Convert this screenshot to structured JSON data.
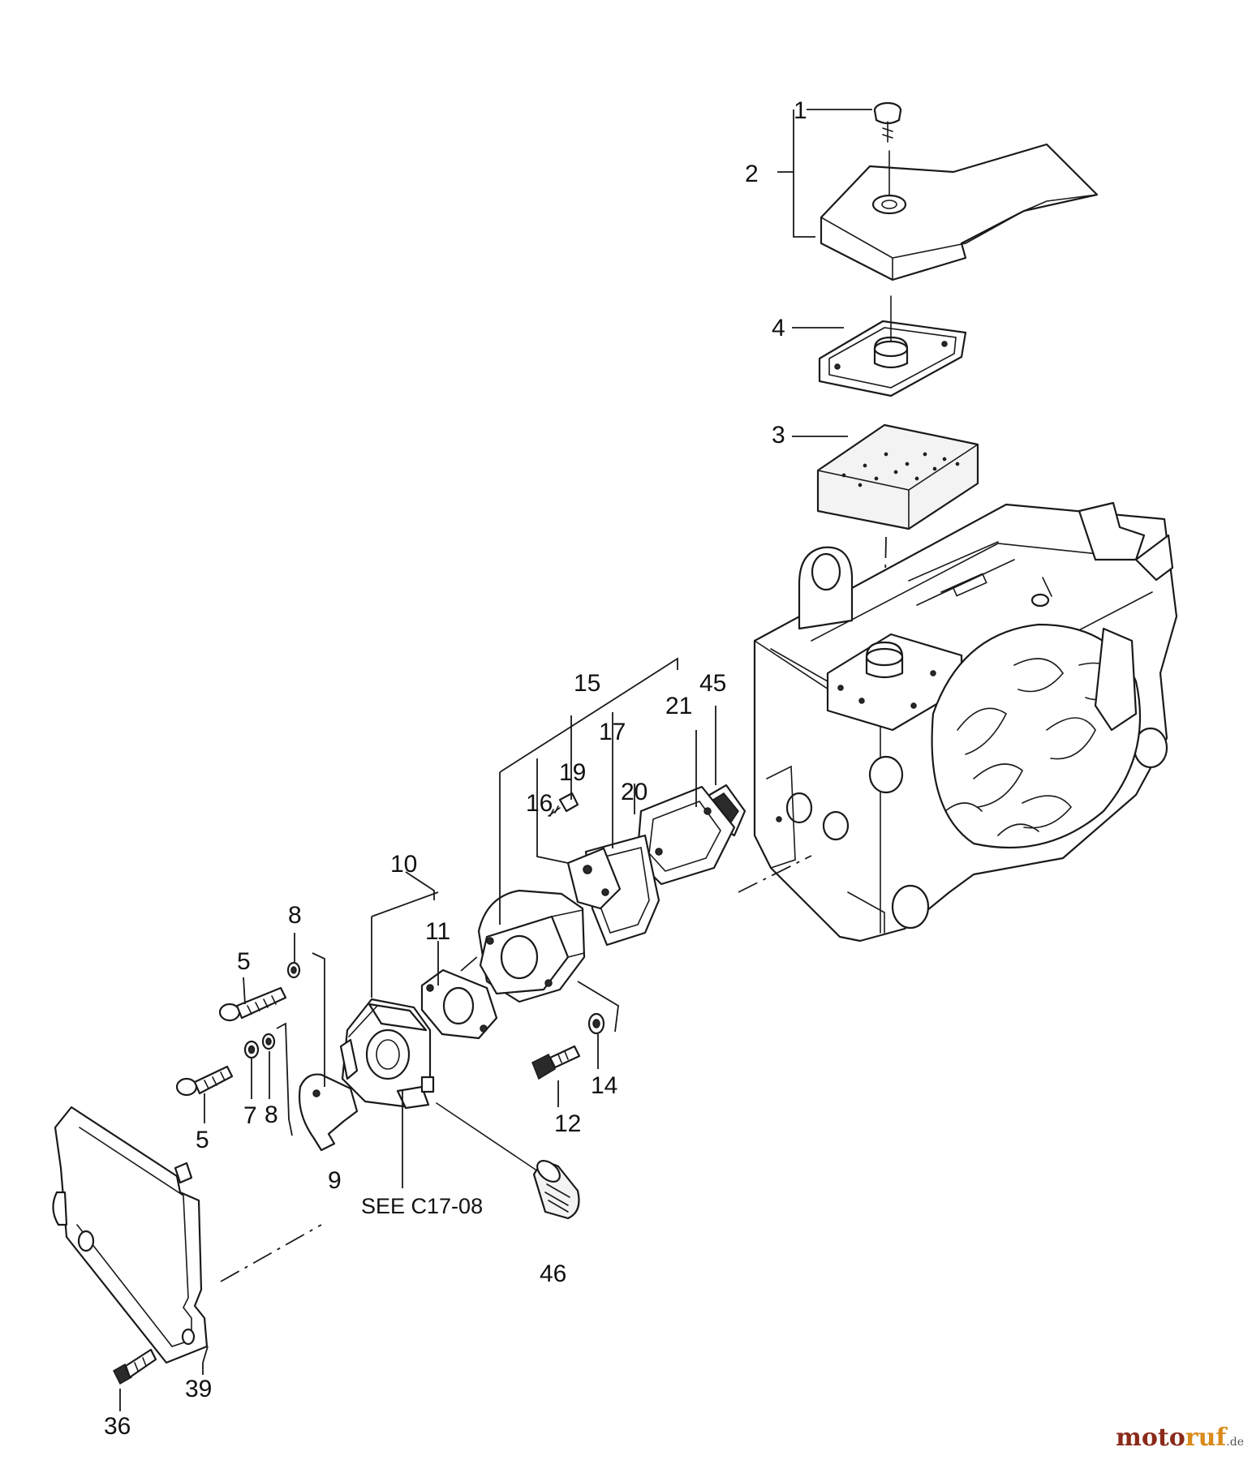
{
  "callouts": {
    "c1": "1",
    "c2": "2",
    "c3": "3",
    "c4": "4",
    "c5a": "5",
    "c5b": "5",
    "c7": "7",
    "c8a": "8",
    "c8b": "8",
    "c9": "9",
    "c10": "10",
    "c11": "11",
    "c12": "12",
    "c14": "14",
    "c15": "15",
    "c16": "16",
    "c17": "17",
    "c19": "19",
    "c20": "20",
    "c21": "21",
    "c36": "36",
    "c39": "39",
    "c45": "45",
    "c46": "46"
  },
  "note": "SEE C17-08",
  "watermark": {
    "part1": "moto",
    "part2": "ruf",
    "part3": ".de"
  }
}
